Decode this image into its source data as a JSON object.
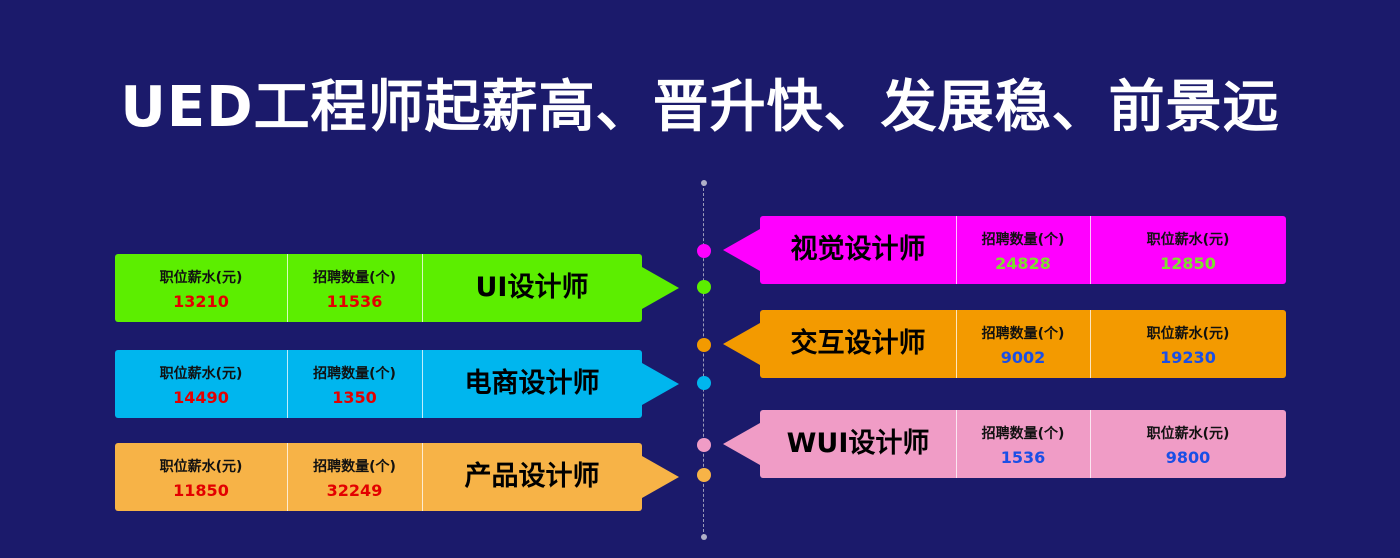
{
  "title": "UED工程师起薪高、晋升快、发展稳、前景远",
  "colors": {
    "background": "#1b1a6b",
    "green": "#5cee00",
    "cyan": "#00b6ee",
    "peach": "#f7b347",
    "magenta": "#ff00ff",
    "orange": "#f39a00",
    "pink": "#f09cc6",
    "value_red": "#e30000",
    "value_lime": "#7dde2e",
    "value_blue": "#1a4fe6"
  },
  "left_cards": [
    {
      "name": "UI设计师",
      "salary_label": "职位薪水(元)",
      "salary": "13210",
      "count_label": "招聘数量(个)",
      "count": "11536"
    },
    {
      "name": "电商设计师",
      "salary_label": "职位薪水(元)",
      "salary": "14490",
      "count_label": "招聘数量(个)",
      "count": "1350"
    },
    {
      "name": "产品设计师",
      "salary_label": "职位薪水(元)",
      "salary": "11850",
      "count_label": "招聘数量(个)",
      "count": "32249"
    }
  ],
  "right_cards": [
    {
      "name": "视觉设计师",
      "count_label": "招聘数量(个)",
      "count": "24828",
      "salary_label": "职位薪水(元)",
      "salary": "12850"
    },
    {
      "name": "交互设计师",
      "count_label": "招聘数量(个)",
      "count": "9002",
      "salary_label": "职位薪水(元)",
      "salary": "19230"
    },
    {
      "name": "WUI设计师",
      "count_label": "招聘数量(个)",
      "count": "1536",
      "salary_label": "职位薪水(元)",
      "salary": "9800"
    }
  ]
}
